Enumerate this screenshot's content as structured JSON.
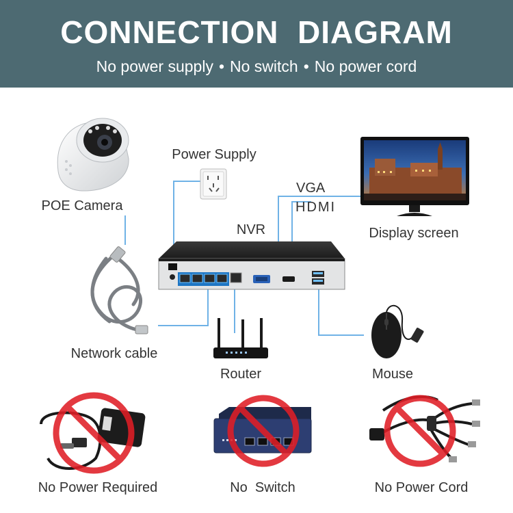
{
  "header": {
    "title": "CONNECTION  DIAGRAM",
    "features": [
      "No power supply",
      "No switch",
      "No power cord"
    ],
    "background": "#4d6a72"
  },
  "devices": {
    "camera": "POE Camera",
    "power_supply": "Power Supply",
    "nvr": "NVR",
    "vga": "VGA",
    "hdmi": "HDMI",
    "display": "Display screen",
    "network_cable": "Network cable",
    "router": "Router",
    "mouse": "Mouse"
  },
  "not_needed": {
    "power": "No Power Required",
    "switch": "No  Switch",
    "cord": "No Power Cord"
  },
  "colors": {
    "line": "#6fb2e6",
    "prohibit": "#e01e26",
    "device_dark": "#2a2a2a",
    "port_blue": "#2a8fd6"
  }
}
